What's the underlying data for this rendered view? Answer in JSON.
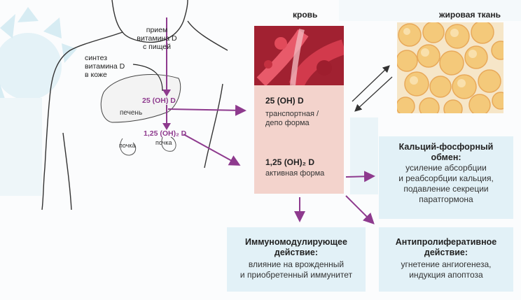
{
  "labels": {
    "intake": [
      "прием",
      "витамина D",
      "с пищей"
    ],
    "synthesis": [
      "синтез",
      "витамина D",
      "в коже"
    ],
    "liver": "печень",
    "kidney_left": "почка",
    "kidney_right": "почка",
    "liver_metabolite": "25 (OH) D",
    "kidney_metabolite": "1,25 (OH)₂ D"
  },
  "headers": {
    "blood": "кровь",
    "fat": "жировая ткань"
  },
  "blood": {
    "transport_formula": "25 (OH) D",
    "transport_desc": [
      "транспортная /",
      "депо форма"
    ],
    "active_formula": "1,25 (OH)₂ D",
    "active_desc": "активная форма"
  },
  "effects": {
    "calcium": {
      "title": [
        "Кальций-фосфорный",
        "обмен:"
      ],
      "desc": [
        "усиление абсорбции",
        "и реабсорбции кальция,",
        "подавление секреции",
        "паратгормона"
      ]
    },
    "immune": {
      "title": [
        "Иммуномодулирующее",
        "действие:"
      ],
      "desc": [
        "влияние на врожденный",
        "и приобретенный иммунитет"
      ]
    },
    "antiproliferative": {
      "title": [
        "Антипролиферативное",
        "действие:"
      ],
      "desc": [
        "угнетение ангиогенеза,",
        "индукция апоптоза"
      ]
    }
  },
  "colors": {
    "arrow": "#8e3a8e",
    "blood_panel": "#f3d3cc",
    "effect_box": "#e2f1f7",
    "background_sun": "#cfe6ef"
  }
}
